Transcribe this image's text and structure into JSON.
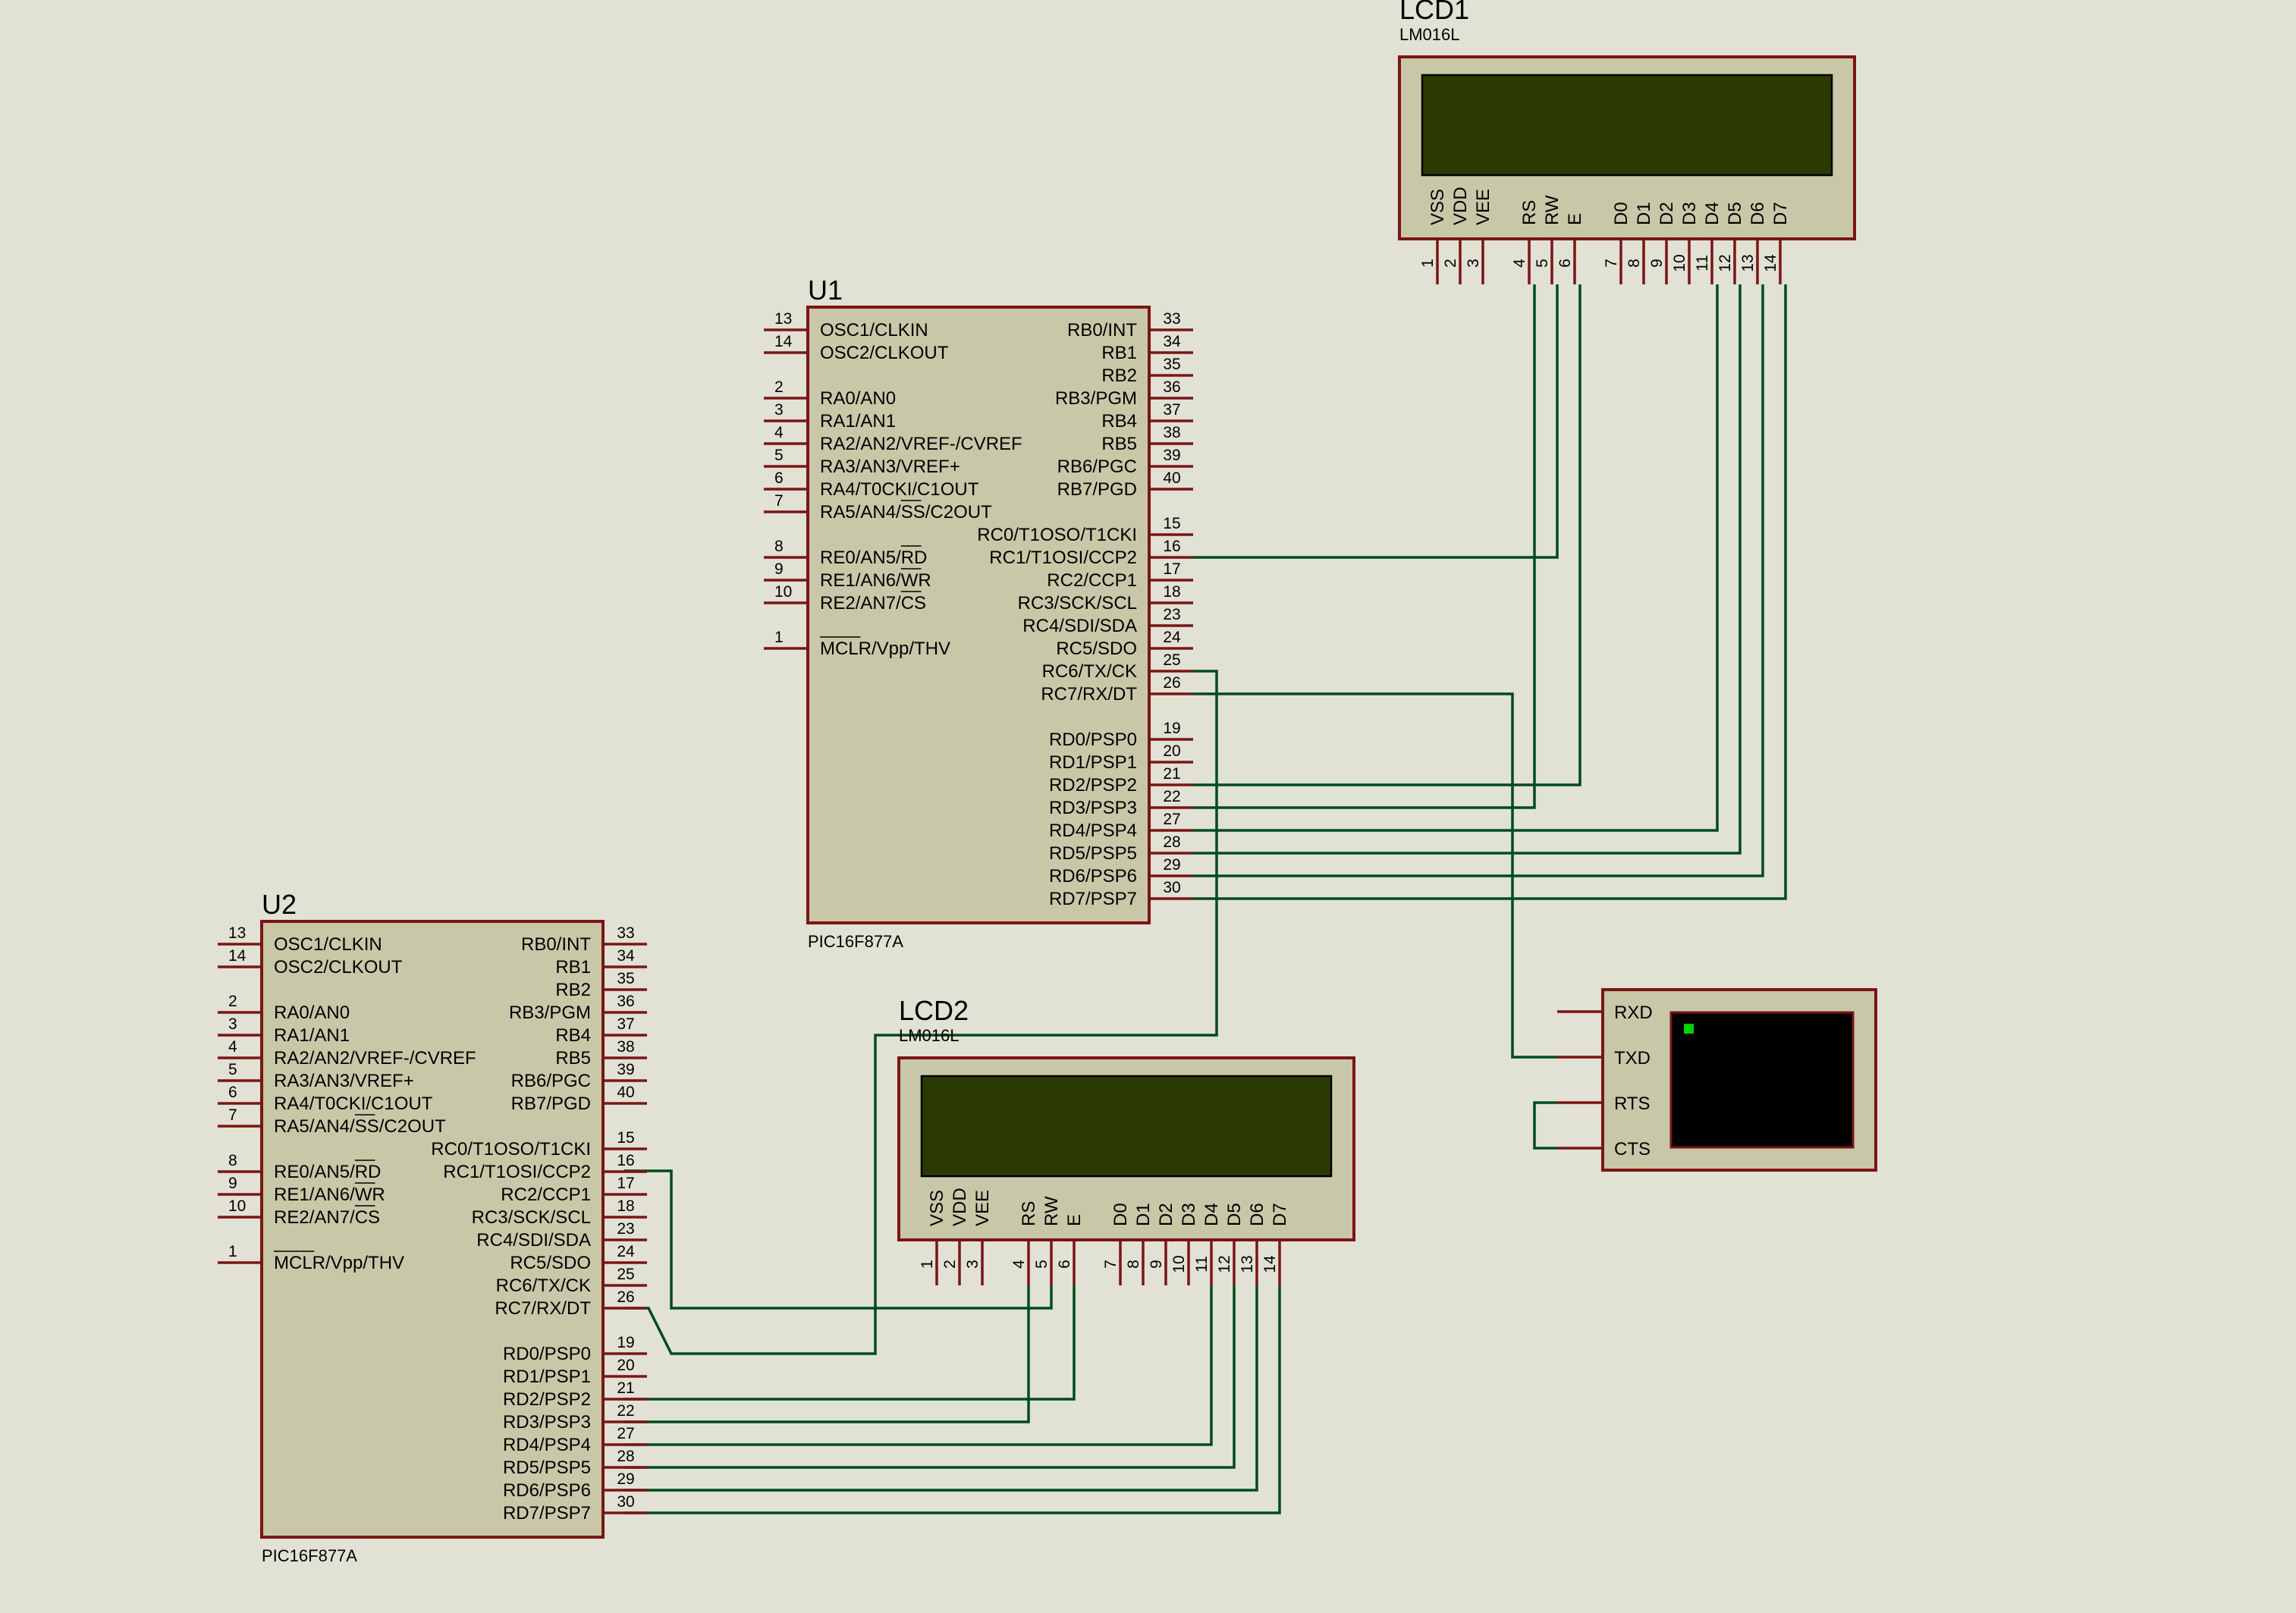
{
  "u1": {
    "ref": "U1",
    "part": "PIC16F877A",
    "left_pins": [
      {
        "num": "13",
        "name": "OSC1/CLKIN"
      },
      {
        "num": "14",
        "name": "OSC2/CLKOUT"
      },
      {
        "num": "2",
        "name": "RA0/AN0"
      },
      {
        "num": "3",
        "name": "RA1/AN1"
      },
      {
        "num": "4",
        "name": "RA2/AN2/VREF-/CVREF"
      },
      {
        "num": "5",
        "name": "RA3/AN3/VREF+"
      },
      {
        "num": "6",
        "name": "RA4/T0CKI/C1OUT"
      },
      {
        "num": "7",
        "name": "RA5/AN4/SS/C2OUT"
      },
      {
        "num": "8",
        "name": "RE0/AN5/RD"
      },
      {
        "num": "9",
        "name": "RE1/AN6/WR"
      },
      {
        "num": "10",
        "name": "RE2/AN7/CS"
      },
      {
        "num": "1",
        "name": "MCLR/Vpp/THV"
      }
    ],
    "right_pins": [
      {
        "num": "33",
        "name": "RB0/INT"
      },
      {
        "num": "34",
        "name": "RB1"
      },
      {
        "num": "35",
        "name": "RB2"
      },
      {
        "num": "36",
        "name": "RB3/PGM"
      },
      {
        "num": "37",
        "name": "RB4"
      },
      {
        "num": "38",
        "name": "RB5"
      },
      {
        "num": "39",
        "name": "RB6/PGC"
      },
      {
        "num": "40",
        "name": "RB7/PGD"
      },
      {
        "num": "15",
        "name": "RC0/T1OSO/T1CKI"
      },
      {
        "num": "16",
        "name": "RC1/T1OSI/CCP2"
      },
      {
        "num": "17",
        "name": "RC2/CCP1"
      },
      {
        "num": "18",
        "name": "RC3/SCK/SCL"
      },
      {
        "num": "23",
        "name": "RC4/SDI/SDA"
      },
      {
        "num": "24",
        "name": "RC5/SDO"
      },
      {
        "num": "25",
        "name": "RC6/TX/CK"
      },
      {
        "num": "26",
        "name": "RC7/RX/DT"
      },
      {
        "num": "19",
        "name": "RD0/PSP0"
      },
      {
        "num": "20",
        "name": "RD1/PSP1"
      },
      {
        "num": "21",
        "name": "RD2/PSP2"
      },
      {
        "num": "22",
        "name": "RD3/PSP3"
      },
      {
        "num": "27",
        "name": "RD4/PSP4"
      },
      {
        "num": "28",
        "name": "RD5/PSP5"
      },
      {
        "num": "29",
        "name": "RD6/PSP6"
      },
      {
        "num": "30",
        "name": "RD7/PSP7"
      }
    ]
  },
  "u2": {
    "ref": "U2",
    "part": "PIC16F877A",
    "left_pins": [
      {
        "num": "13",
        "name": "OSC1/CLKIN"
      },
      {
        "num": "14",
        "name": "OSC2/CLKOUT"
      },
      {
        "num": "2",
        "name": "RA0/AN0"
      },
      {
        "num": "3",
        "name": "RA1/AN1"
      },
      {
        "num": "4",
        "name": "RA2/AN2/VREF-/CVREF"
      },
      {
        "num": "5",
        "name": "RA3/AN3/VREF+"
      },
      {
        "num": "6",
        "name": "RA4/T0CKI/C1OUT"
      },
      {
        "num": "7",
        "name": "RA5/AN4/SS/C2OUT"
      },
      {
        "num": "8",
        "name": "RE0/AN5/RD"
      },
      {
        "num": "9",
        "name": "RE1/AN6/WR"
      },
      {
        "num": "10",
        "name": "RE2/AN7/CS"
      },
      {
        "num": "1",
        "name": "MCLR/Vpp/THV"
      }
    ],
    "right_pins": [
      {
        "num": "33",
        "name": "RB0/INT"
      },
      {
        "num": "34",
        "name": "RB1"
      },
      {
        "num": "35",
        "name": "RB2"
      },
      {
        "num": "36",
        "name": "RB3/PGM"
      },
      {
        "num": "37",
        "name": "RB4"
      },
      {
        "num": "38",
        "name": "RB5"
      },
      {
        "num": "39",
        "name": "RB6/PGC"
      },
      {
        "num": "40",
        "name": "RB7/PGD"
      },
      {
        "num": "15",
        "name": "RC0/T1OSO/T1CKI"
      },
      {
        "num": "16",
        "name": "RC1/T1OSI/CCP2"
      },
      {
        "num": "17",
        "name": "RC2/CCP1"
      },
      {
        "num": "18",
        "name": "RC3/SCK/SCL"
      },
      {
        "num": "23",
        "name": "RC4/SDI/SDA"
      },
      {
        "num": "24",
        "name": "RC5/SDO"
      },
      {
        "num": "25",
        "name": "RC6/TX/CK"
      },
      {
        "num": "26",
        "name": "RC7/RX/DT"
      },
      {
        "num": "19",
        "name": "RD0/PSP0"
      },
      {
        "num": "20",
        "name": "RD1/PSP1"
      },
      {
        "num": "21",
        "name": "RD2/PSP2"
      },
      {
        "num": "22",
        "name": "RD3/PSP3"
      },
      {
        "num": "27",
        "name": "RD4/PSP4"
      },
      {
        "num": "28",
        "name": "RD5/PSP5"
      },
      {
        "num": "29",
        "name": "RD6/PSP6"
      },
      {
        "num": "30",
        "name": "RD7/PSP7"
      }
    ]
  },
  "lcd1": {
    "ref": "LCD1",
    "part": "LM016L",
    "pins": [
      {
        "num": "1",
        "name": "VSS"
      },
      {
        "num": "2",
        "name": "VDD"
      },
      {
        "num": "3",
        "name": "VEE"
      },
      {
        "num": "4",
        "name": "RS"
      },
      {
        "num": "5",
        "name": "RW"
      },
      {
        "num": "6",
        "name": "E"
      },
      {
        "num": "7",
        "name": "D0"
      },
      {
        "num": "8",
        "name": "D1"
      },
      {
        "num": "9",
        "name": "D2"
      },
      {
        "num": "10",
        "name": "D3"
      },
      {
        "num": "11",
        "name": "D4"
      },
      {
        "num": "12",
        "name": "D5"
      },
      {
        "num": "13",
        "name": "D6"
      },
      {
        "num": "14",
        "name": "D7"
      }
    ]
  },
  "lcd2": {
    "ref": "LCD2",
    "part": "LM016L",
    "pins": [
      {
        "num": "1",
        "name": "VSS"
      },
      {
        "num": "2",
        "name": "VDD"
      },
      {
        "num": "3",
        "name": "VEE"
      },
      {
        "num": "4",
        "name": "RS"
      },
      {
        "num": "5",
        "name": "RW"
      },
      {
        "num": "6",
        "name": "E"
      },
      {
        "num": "7",
        "name": "D0"
      },
      {
        "num": "8",
        "name": "D1"
      },
      {
        "num": "9",
        "name": "D2"
      },
      {
        "num": "10",
        "name": "D3"
      },
      {
        "num": "11",
        "name": "D4"
      },
      {
        "num": "12",
        "name": "D5"
      },
      {
        "num": "13",
        "name": "D6"
      },
      {
        "num": "14",
        "name": "D7"
      }
    ]
  },
  "terminal": {
    "pins": [
      {
        "name": "RXD"
      },
      {
        "name": "TXD"
      },
      {
        "name": "RTS"
      },
      {
        "name": "CTS"
      }
    ],
    "cursor_color": "#00d400"
  },
  "colors": {
    "background": "#e1e1d4",
    "component_body": "#c8c8a8",
    "component_outline": "#7b1515",
    "wire": "#004b1c",
    "lcd_screen": "#2a3a00",
    "terminal_screen": "#000000"
  }
}
